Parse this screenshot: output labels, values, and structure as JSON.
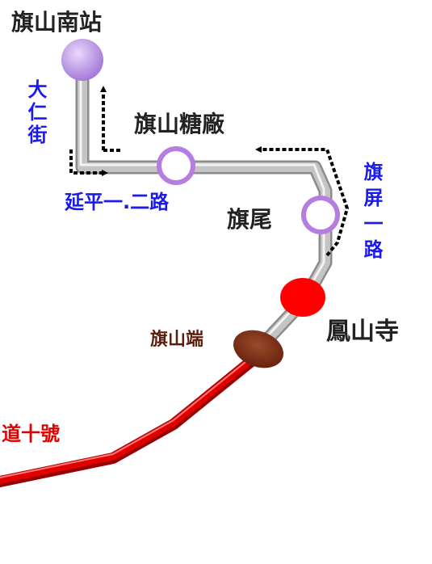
{
  "stations": {
    "qishan_south": "旗山南站",
    "qishan_sugar_factory": "旗山糖廠",
    "qiwei": "旗尾",
    "fengshan_temple": "鳳山寺",
    "qishan_end": "旗山端"
  },
  "roads": {
    "daren_street": "大仁街",
    "yanping_road": "延平一.二路",
    "qiping_road": "旗屏一路",
    "greenway_10": "道十號"
  },
  "colors": {
    "gray_line": "#b5b5b5",
    "red_line": "#e00000",
    "terminal_purple": "#b48fe0",
    "station_ring": "#b57de0",
    "fengshan_red": "#ff0000",
    "qishan_end_brown": "#7a2d17",
    "road_label_blue": "#1a1aee",
    "greenway_label_red": "#e00000"
  }
}
